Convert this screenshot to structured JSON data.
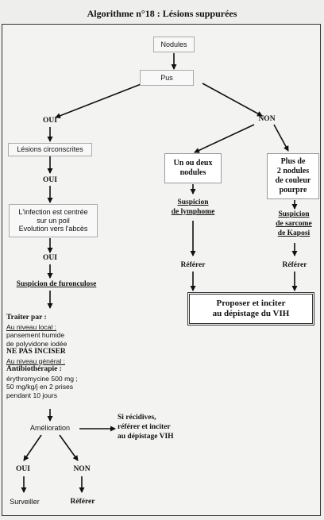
{
  "title": "Algorithme n°18 : Lésions suppurées",
  "nodes": {
    "nodules": "Nodules",
    "pus": "Pus",
    "oui_1": "OUI",
    "non_1": "NON",
    "lesions": "Lésions circonscrites",
    "oui_2": "OUI",
    "infection": "L'infection est centrée\nsur un poil\nEvolution vers l'abcès",
    "oui_3": "OUI",
    "suspicion_furoncle": "Suspicion de furonculose",
    "un_ou_deux": "Un ou deux\nnodules",
    "plus_de_2": "Plus de\n2 nodules\nde couleur\npourpre",
    "suspicion_lymphome": "Suspicion\nde lymphome",
    "suspicion_kaposi": "Suspicion\nde sarcome\nde Kaposi",
    "referer_1": "Référer",
    "referer_2": "Référer",
    "proposer": "Proposer et inciter\nau dépistage du VIH",
    "amelioration": "Amélioration",
    "si_recidives": "Si récidives,\nréférer et inciter\nau dépistage VIH",
    "oui_4": "OUI",
    "non_4": "NON",
    "surveiller": "Surveiller",
    "referer_3": "Référer"
  },
  "treatment": {
    "heading": "Traiter par :",
    "local_label": "Au niveau local :",
    "local_line1": "pansement humide",
    "local_line2": "de polyvidone iodée",
    "ne_pas_inciser": "NE PAS INCISER",
    "general_label": "Au niveau général :",
    "antibio": "Antibiothérapie :",
    "ab_line1": "érythromycine 500 mg ;",
    "ab_line2": "50 mg/kg/j en 2 prises",
    "ab_line3": "pendant 10 jours"
  }
}
